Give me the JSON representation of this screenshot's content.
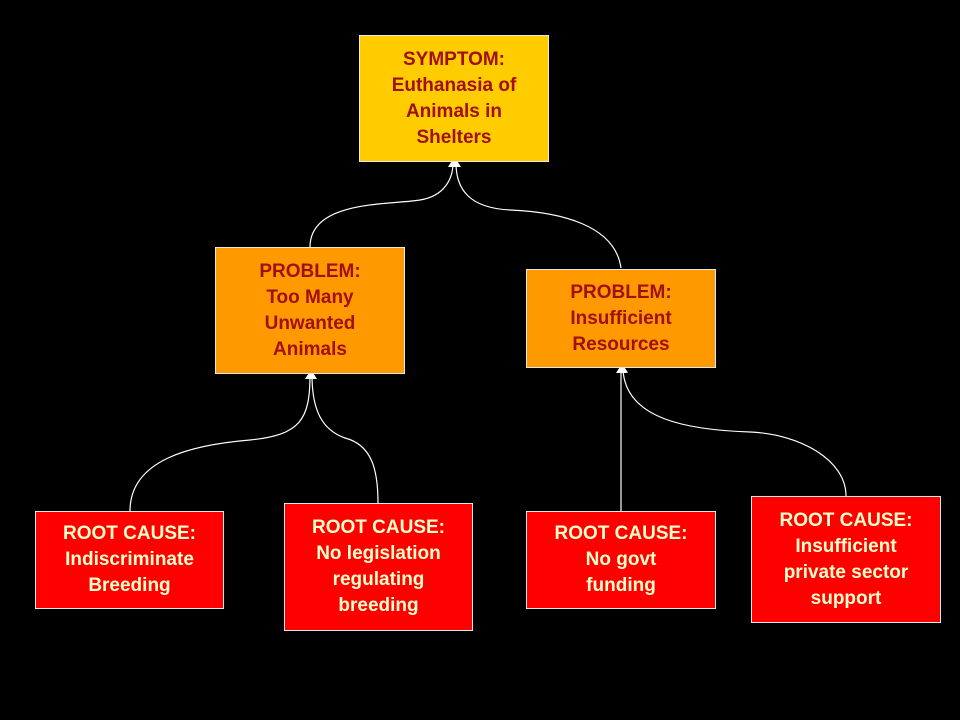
{
  "symptom": {
    "lines": [
      "SYMPTOM:",
      "Euthanasia of",
      "Animals in",
      "Shelters"
    ]
  },
  "problems": [
    {
      "lines": [
        "PROBLEM:",
        "Too Many",
        "Unwanted",
        "Animals"
      ]
    },
    {
      "lines": [
        "PROBLEM:",
        "Insufficient",
        "Resources"
      ]
    }
  ],
  "root_causes": [
    {
      "lines": [
        "ROOT CAUSE:",
        "Indiscriminate",
        "Breeding"
      ]
    },
    {
      "lines": [
        "ROOT CAUSE:",
        "No legislation",
        "regulating",
        "breeding"
      ]
    },
    {
      "lines": [
        "ROOT CAUSE:",
        "No govt",
        "funding"
      ]
    },
    {
      "lines": [
        "ROOT CAUSE:",
        "Insufficient",
        "private sector",
        "support"
      ]
    }
  ],
  "colors": {
    "background": "#000000",
    "symptom_fill": "#ffcc00",
    "problem_fill": "#ff9900",
    "root_fill": "#ff0000",
    "dark_text": "#a01010",
    "light_text": "#ffffcc",
    "connector": "#ffffff"
  }
}
